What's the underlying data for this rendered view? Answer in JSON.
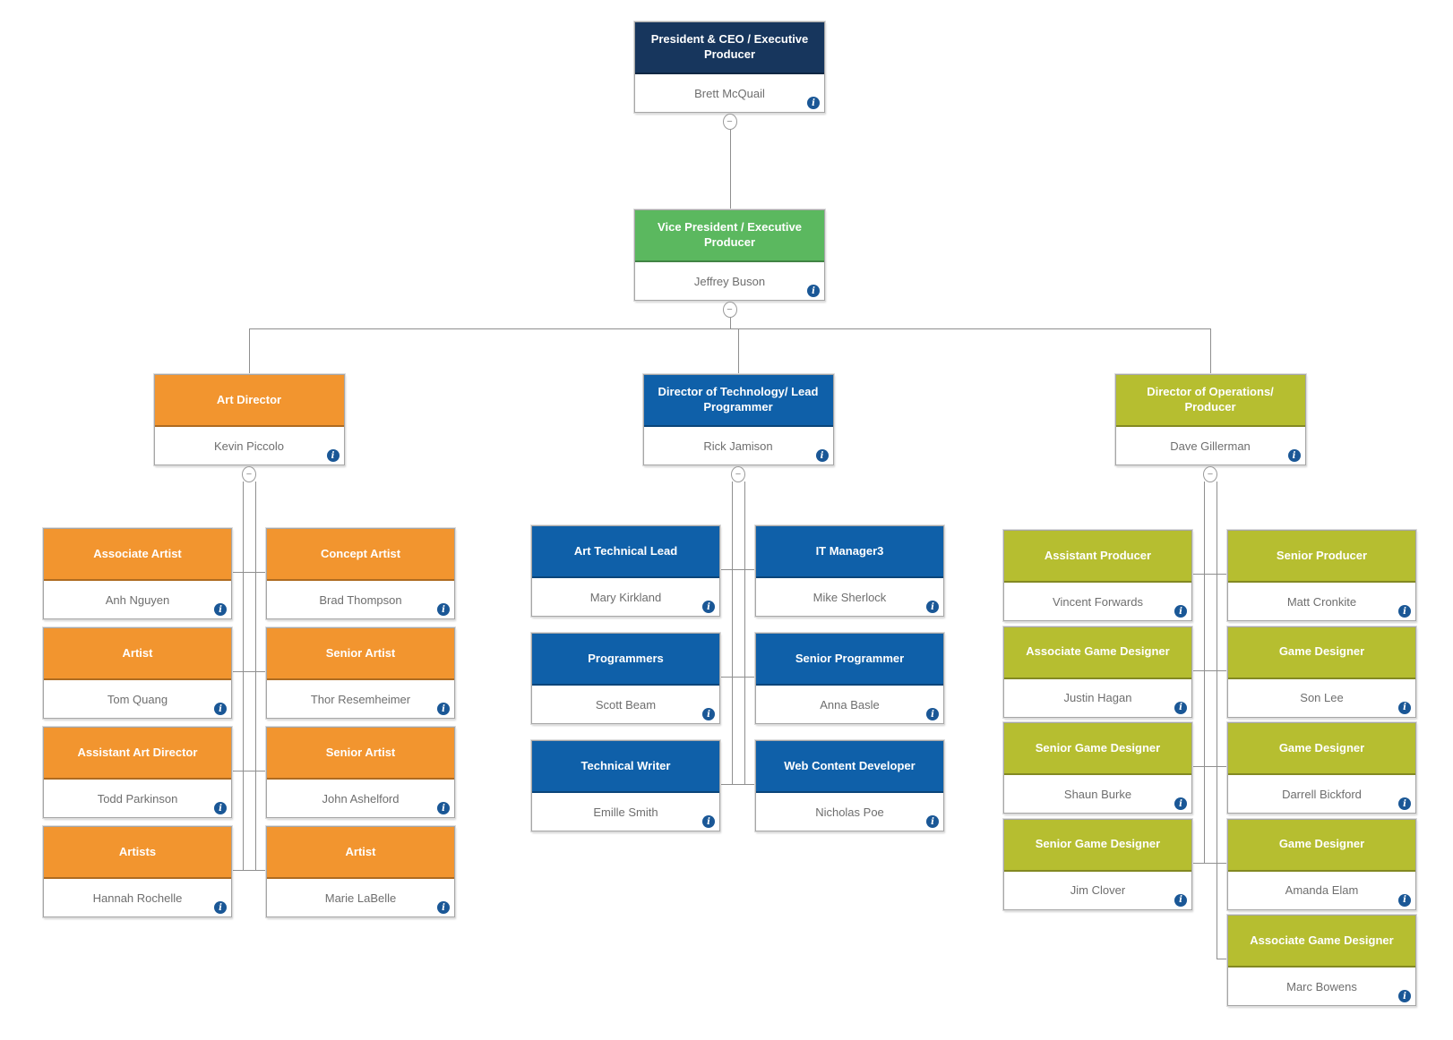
{
  "org_chart": {
    "root": {
      "title": "President & CEO / Executive Producer",
      "person": "Brett McQuail",
      "header_color": "#17365d"
    },
    "vp": {
      "title": "Vice President / Executive Producer",
      "person": "Jeffrey Buson",
      "header_color": "#5bb85f"
    },
    "branches": [
      {
        "head": {
          "title": "Art Director",
          "person": "Kevin Piccolo",
          "header_color": "#f2952f"
        },
        "left": [
          {
            "title": "Associate Artist",
            "person": "Anh Nguyen"
          },
          {
            "title": "Artist",
            "person": "Tom Quang"
          },
          {
            "title": "Assistant Art Director",
            "person": "Todd Parkinson"
          },
          {
            "title": "Artists",
            "person": "Hannah Rochelle"
          }
        ],
        "right": [
          {
            "title": "Concept Artist",
            "person": "Brad Thompson"
          },
          {
            "title": "Senior Artist",
            "person": "Thor Resemheimer"
          },
          {
            "title": "Senior Artist",
            "person": "John Ashelford"
          },
          {
            "title": "Artist",
            "person": "Marie LaBelle"
          }
        ]
      },
      {
        "head": {
          "title": "Director of Technology/ Lead Programmer",
          "person": "Rick Jamison",
          "header_color": "#0f60a9"
        },
        "left": [
          {
            "title": "Art Technical Lead",
            "person": "Mary Kirkland"
          },
          {
            "title": "Programmers",
            "person": "Scott Beam"
          },
          {
            "title": "Technical Writer",
            "person": "Emille Smith"
          }
        ],
        "right": [
          {
            "title": "IT Manager3",
            "person": "Mike Sherlock"
          },
          {
            "title": "Senior Programmer",
            "person": "Anna Basle"
          },
          {
            "title": "Web Content Developer",
            "person": "Nicholas Poe"
          }
        ]
      },
      {
        "head": {
          "title": "Director of Operations/ Producer",
          "person": "Dave Gillerman",
          "header_color": "#b6be30"
        },
        "left": [
          {
            "title": "Assistant Producer",
            "person": "Vincent Forwards"
          },
          {
            "title": "Associate Game Designer",
            "person": "Justin Hagan"
          },
          {
            "title": "Senior Game Designer",
            "person": "Shaun Burke"
          },
          {
            "title": "Senior Game Designer",
            "person": "Jim Clover"
          }
        ],
        "right": [
          {
            "title": "Senior Producer",
            "person": "Matt Cronkite"
          },
          {
            "title": "Game Designer",
            "person": "Son Lee"
          },
          {
            "title": "Game Designer",
            "person": "Darrell Bickford"
          },
          {
            "title": "Game Designer",
            "person": "Amanda Elam"
          },
          {
            "title": "Associate Game Designer",
            "person": "Marc Bowens"
          }
        ]
      }
    ],
    "icons": {
      "info": "i",
      "collapse": "−"
    },
    "colors": {
      "line": "#8f8f8f",
      "box_border": "#a6a6a6",
      "person_text": "#6e6e6e",
      "info_icon": "#1a5796",
      "background": "#ffffff"
    }
  }
}
